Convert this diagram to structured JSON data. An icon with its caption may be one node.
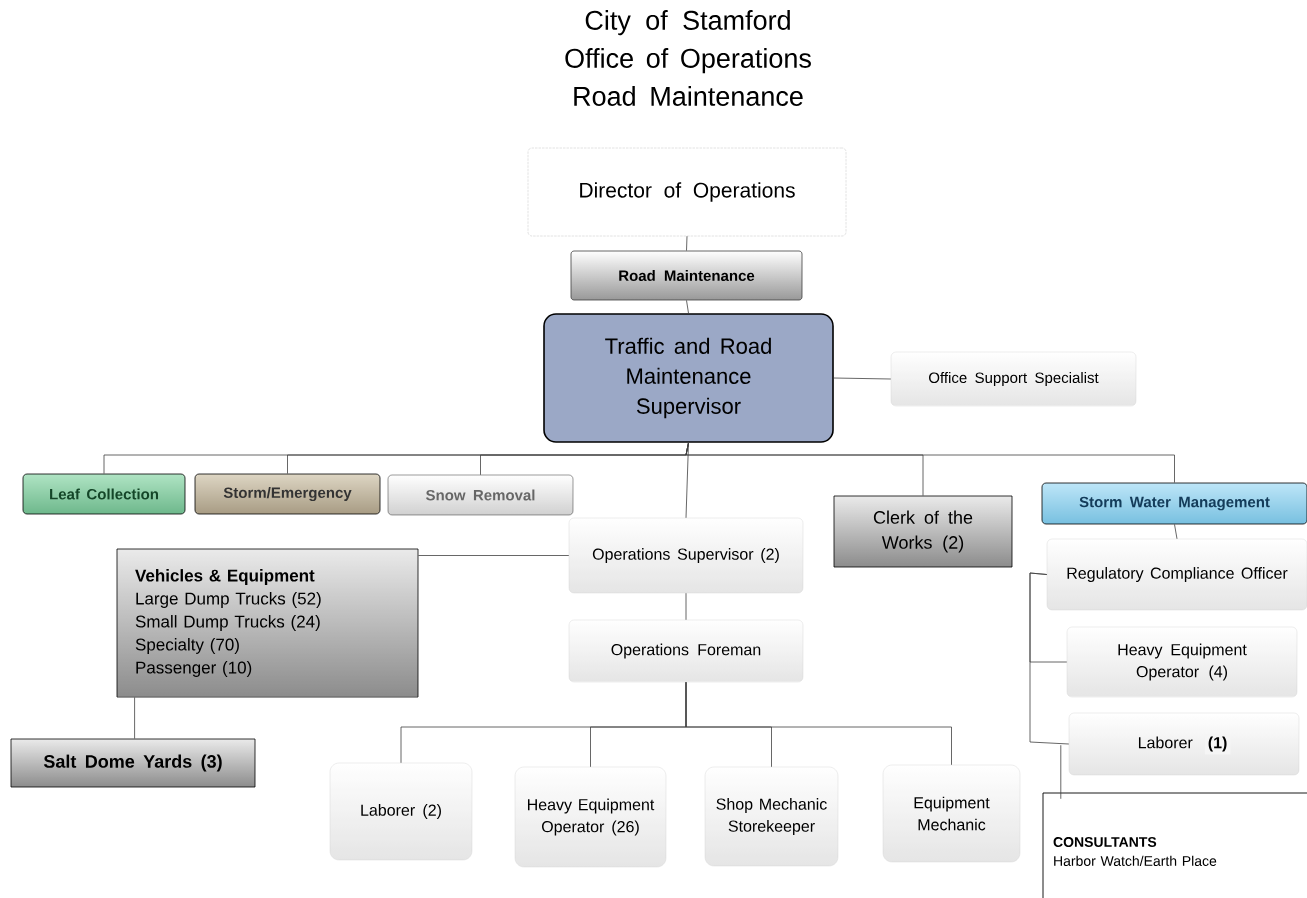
{
  "diagram": {
    "title": "City of Stamford Office of Operations Road Maintenance",
    "nodes": [
      {
        "text": [
          "Director of Operations"
        ]
      },
      {
        "text": [
          "Road Maintenance"
        ]
      },
      {
        "text": [
          "Traffic and Road Maintenance Supervisor"
        ]
      },
      {
        "text": [
          "Office Support Specialist"
        ]
      },
      {
        "text": [
          "Leaf Collection"
        ]
      },
      {
        "text": [
          "Storm/Emergency"
        ]
      },
      {
        "text": [
          "Snow Removal"
        ]
      },
      {
        "text": [
          "Operations Supervisor (2)"
        ]
      },
      {
        "text": [
          "Clerk of the Works (2)"
        ]
      },
      {
        "text": [
          "Storm Water Management"
        ]
      },
      {
        "text": [
          "Vehicles & Equipment",
          "Large Dump Trucks (52)",
          "Small Dump Trucks (24)",
          "Specialty (70)",
          "Passenger (10)"
        ]
      },
      {
        "text": [
          "Regulatory Compliance Officer"
        ]
      },
      {
        "text": [
          "Operations Foreman"
        ]
      },
      {
        "text": [
          "Heavy Equipment Operator (4)"
        ]
      },
      {
        "text": [
          "Salt Dome Yards (3)"
        ]
      },
      {
        "text": [
          "Laborer",
          "(1)"
        ]
      },
      {
        "text": [
          "Laborer (2)"
        ]
      },
      {
        "text": [
          "Heavy Equipment Operator (26)"
        ]
      },
      {
        "text": [
          "Shop Mechanic Storekeeper"
        ]
      },
      {
        "text": [
          "Equipment Mechanic"
        ]
      },
      {
        "text": [
          "CONSULTANTS",
          "Harbor Watch/Earth Place"
        ]
      }
    ],
    "edges": [
      {
        "from": 0,
        "to": 1,
        "arrow": "none"
      },
      {
        "from": 1,
        "to": 2,
        "arrow": "none"
      },
      {
        "from": 2,
        "to": 3,
        "arrow": "none"
      },
      {
        "from": 2,
        "to": 4,
        "arrow": "none"
      },
      {
        "from": 2,
        "to": 5,
        "arrow": "none"
      },
      {
        "from": 2,
        "to": 6,
        "arrow": "none"
      },
      {
        "from": 2,
        "to": 7,
        "arrow": "none"
      },
      {
        "from": 2,
        "to": 8,
        "arrow": "none"
      },
      {
        "from": 2,
        "to": 9,
        "arrow": "none"
      },
      {
        "from": 7,
        "to": 10,
        "arrow": "none"
      },
      {
        "from": 7,
        "to": 12,
        "arrow": "none"
      },
      {
        "from": 10,
        "to": 14,
        "arrow": "none"
      },
      {
        "from": 9,
        "to": 11,
        "arrow": "none"
      },
      {
        "from": 11,
        "to": 13,
        "arrow": "none"
      },
      {
        "from": 11,
        "to": 15,
        "arrow": "none"
      },
      {
        "from": 15,
        "to": 20,
        "arrow": "none"
      },
      {
        "from": 12,
        "to": 16,
        "arrow": "none"
      },
      {
        "from": 12,
        "to": 17,
        "arrow": "none"
      },
      {
        "from": 12,
        "to": 18,
        "arrow": "none"
      },
      {
        "from": 12,
        "to": 19,
        "arrow": "none"
      }
    ]
  }
}
